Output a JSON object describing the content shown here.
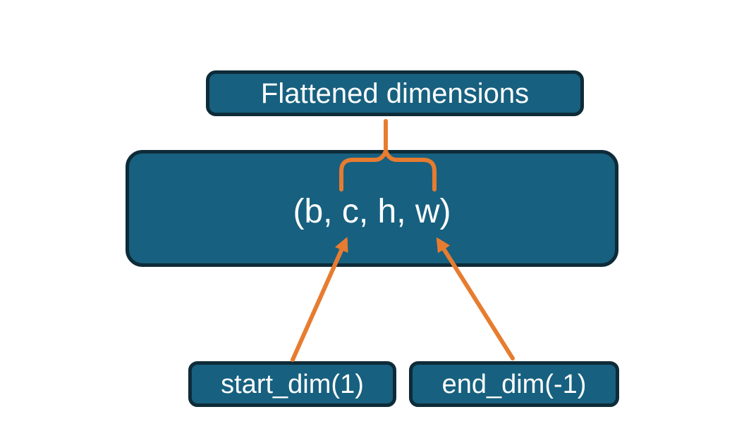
{
  "diagram": {
    "colors": {
      "box_fill": "#17607F",
      "box_border": "#0E2B38",
      "arrow": "#E77C30",
      "text": "#FFFFFF",
      "background": "#FFFFFF"
    },
    "top_box": {
      "label": "Flattened dimensions"
    },
    "main_box": {
      "label": "(b, c, h, w)"
    },
    "bottom_left_box": {
      "label": "start_dim(1)"
    },
    "bottom_right_box": {
      "label": "end_dim(-1)"
    }
  }
}
